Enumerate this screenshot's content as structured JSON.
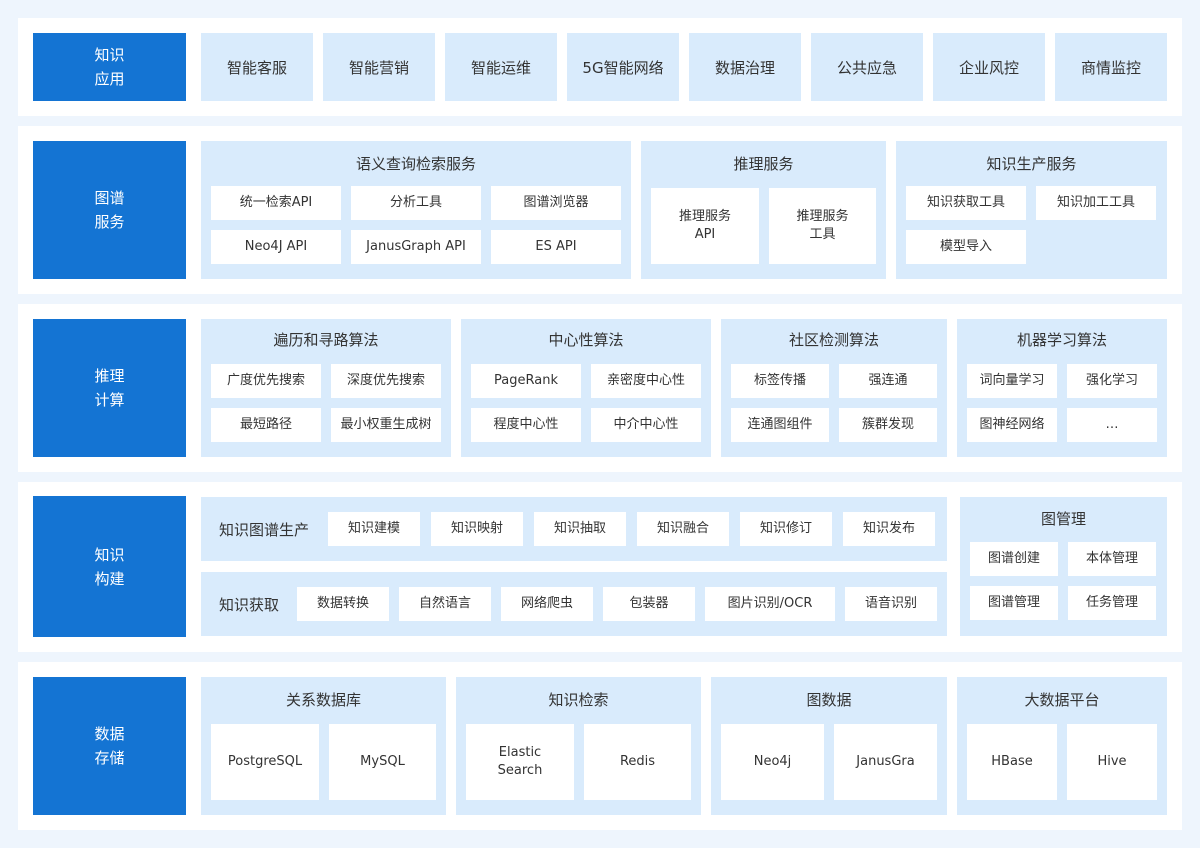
{
  "layers": {
    "app": {
      "label": "知识\n应用",
      "items": [
        "智能客服",
        "智能营销",
        "智能运维",
        "5G智能网络",
        "数据治理",
        "公共应急",
        "企业风控",
        "商情监控"
      ]
    },
    "service": {
      "label": "图谱\n服务",
      "semantic": {
        "title": "语义查询检索服务",
        "items": [
          "统一检索API",
          "分析工具",
          "图谱浏览器",
          "Neo4J API",
          "JanusGraph API",
          "ES API"
        ]
      },
      "inference": {
        "title": "推理服务",
        "items": [
          "推理服务\nAPI",
          "推理服务\n工具"
        ]
      },
      "production": {
        "title": "知识生产服务",
        "items": [
          "知识获取工具",
          "知识加工工具",
          "模型导入"
        ]
      }
    },
    "compute": {
      "label": "推理\n计算",
      "traversal": {
        "title": "遍历和寻路算法",
        "items": [
          "广度优先搜索",
          "深度优先搜索",
          "最短路径",
          "最小权重生成树"
        ]
      },
      "centrality": {
        "title": "中心性算法",
        "items": [
          "PageRank",
          "亲密度中心性",
          "程度中心性",
          "中介中心性"
        ]
      },
      "community": {
        "title": "社区检测算法",
        "items": [
          "标签传播",
          "强连通",
          "连通图组件",
          "簇群发现"
        ]
      },
      "ml": {
        "title": "机器学习算法",
        "items": [
          "词向量学习",
          "强化学习",
          "图神经网络",
          "…"
        ]
      }
    },
    "build": {
      "label": "知识\n构建",
      "production": {
        "title": "知识图谱生产",
        "items": [
          "知识建模",
          "知识映射",
          "知识抽取",
          "知识融合",
          "知识修订",
          "知识发布"
        ]
      },
      "acquisition": {
        "title": "知识获取",
        "items": [
          "数据转换",
          "自然语言",
          "网络爬虫",
          "包装器",
          "图片识别/OCR",
          "语音识别"
        ]
      },
      "management": {
        "title": "图管理",
        "items": [
          "图谱创建",
          "本体管理",
          "图谱管理",
          "任务管理"
        ]
      }
    },
    "storage": {
      "label": "数据\n存储",
      "relational": {
        "title": "关系数据库",
        "items": [
          "PostgreSQL",
          "MySQL"
        ]
      },
      "search": {
        "title": "知识检索",
        "items": [
          "Elastic\nSearch",
          "Redis"
        ]
      },
      "graph": {
        "title": "图数据",
        "items": [
          "Neo4j",
          "JanusGra"
        ]
      },
      "bigdata": {
        "title": "大数据平台",
        "items": [
          "HBase",
          "Hive"
        ]
      }
    }
  }
}
